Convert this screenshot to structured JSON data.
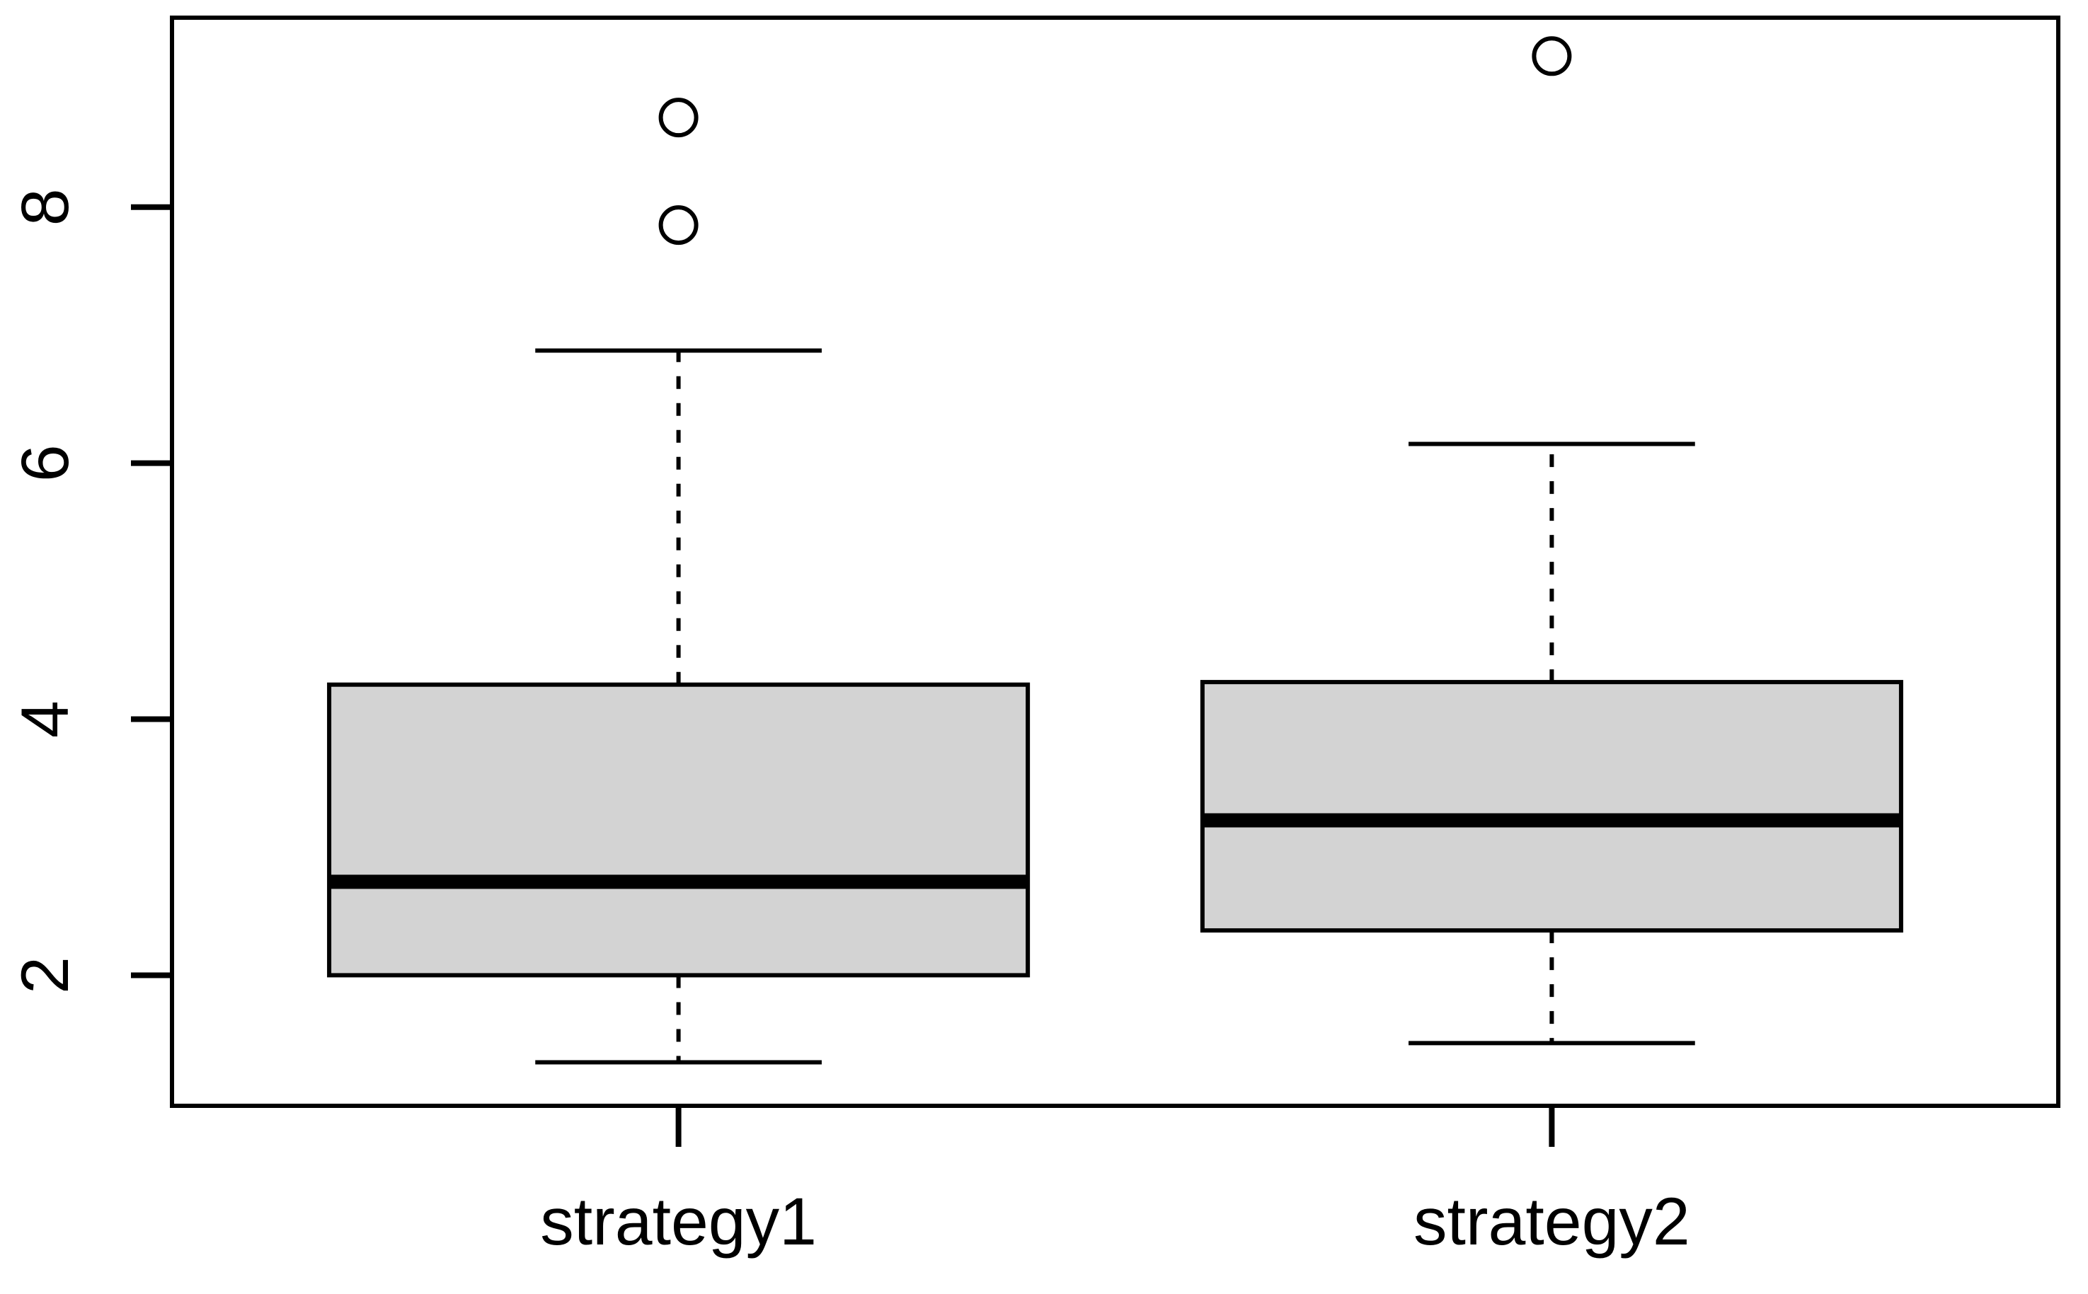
{
  "chart_data": {
    "type": "boxplot",
    "title": "",
    "xlabel": "",
    "ylabel": "",
    "categories": [
      "strategy1",
      "strategy2"
    ],
    "series": [
      {
        "name": "strategy1",
        "whisker_low": 1.32,
        "q1": 2.0,
        "median": 2.73,
        "q3": 4.27,
        "whisker_high": 6.88,
        "outliers": [
          7.86,
          8.7
        ]
      },
      {
        "name": "strategy2",
        "whisker_low": 1.47,
        "q1": 2.35,
        "median": 3.21,
        "q3": 4.29,
        "whisker_high": 6.15,
        "outliers": [
          9.18
        ]
      }
    ],
    "y_ticks": [
      2,
      4,
      6,
      8
    ],
    "ylim": [
      0.98,
      9.48
    ],
    "x_positions": [
      1,
      2
    ],
    "xlim": [
      0.42,
      2.58
    ],
    "box_width": 0.8,
    "staple_width": 0.41,
    "grid": false,
    "legend": "none",
    "colors": {
      "box_fill": "#d3d3d3",
      "stroke": "#000000",
      "background": "#ffffff"
    }
  }
}
